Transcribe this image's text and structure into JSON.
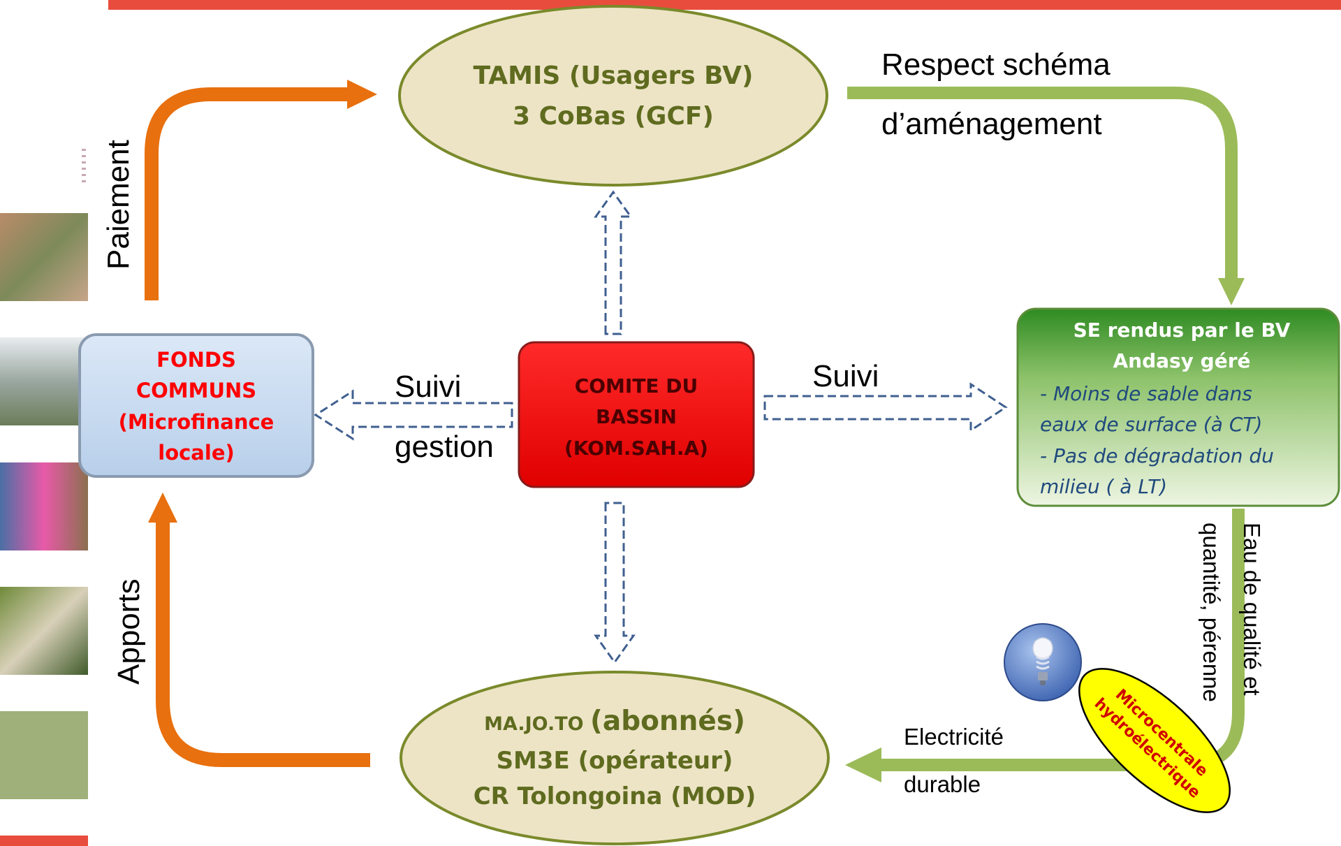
{
  "nodes": {
    "tamis": {
      "line1": "TAMIS (Usagers BV)",
      "line2": "3 CoBas (GCF)"
    },
    "fonds": {
      "line1": "FONDS",
      "line2": "COMMUNS",
      "line3": "(Microfinance",
      "line4": "locale)"
    },
    "comite": {
      "line1": "COMITE DU",
      "line2": "BASSIN",
      "line3": "(KOM.SAH.A)"
    },
    "se": {
      "line1": "SE rendus par le BV",
      "line2": "Andasy géré",
      "line3": "- Moins de sable dans",
      "line4": "eaux de surface  (à CT)",
      "line5": "- Pas de dégradation du",
      "line6": "milieu ( à LT)"
    },
    "majoto": {
      "line1a": "MA.JO.TO ",
      "line1b": "(abonnés)",
      "line2": "SM3E (opérateur)",
      "line3": "CR Tolongoina (MOD)"
    },
    "micro": {
      "line1": "Microcentrale",
      "line2": "hydroélectrique"
    }
  },
  "edges": {
    "paiement": "Paiement",
    "apports": "Apports",
    "respect_1": "Respect schéma",
    "respect_2": "d’aménagement",
    "suivi_gestion_1": "Suivi",
    "suivi_gestion_2": "gestion",
    "suivi_right": "Suivi",
    "eau_1": "Eau de qualité et",
    "eau_2": "quantité, pérenne",
    "elec_1": "Electricité",
    "elec_2": "durable"
  },
  "colors": {
    "top_bar": "#e84c3d",
    "orange_arrow": "#e8700e",
    "green_arrow": "#9bbb59",
    "dashed_arrow": "#3f5f8f",
    "ellipse_fill": "#ede4c6",
    "ellipse_stroke": "#7a8a2b",
    "ellipse_text": "#5f6b1f",
    "fonds_fill": "#c5d9f1",
    "fonds_text": "#ff0000",
    "comite_fill": "#ff0000",
    "se_top": "#3a8d2a",
    "se_bottom": "#eaf3dc",
    "se_text_italic": "#1f497d",
    "micro_fill": "#ffff00",
    "olive_block": "#9fb07a",
    "red_block": "#e84c3d"
  },
  "icons": [
    "photo-community-meeting",
    "photo-windmill",
    "photo-market",
    "photo-forest",
    "lightbulb-icon"
  ]
}
